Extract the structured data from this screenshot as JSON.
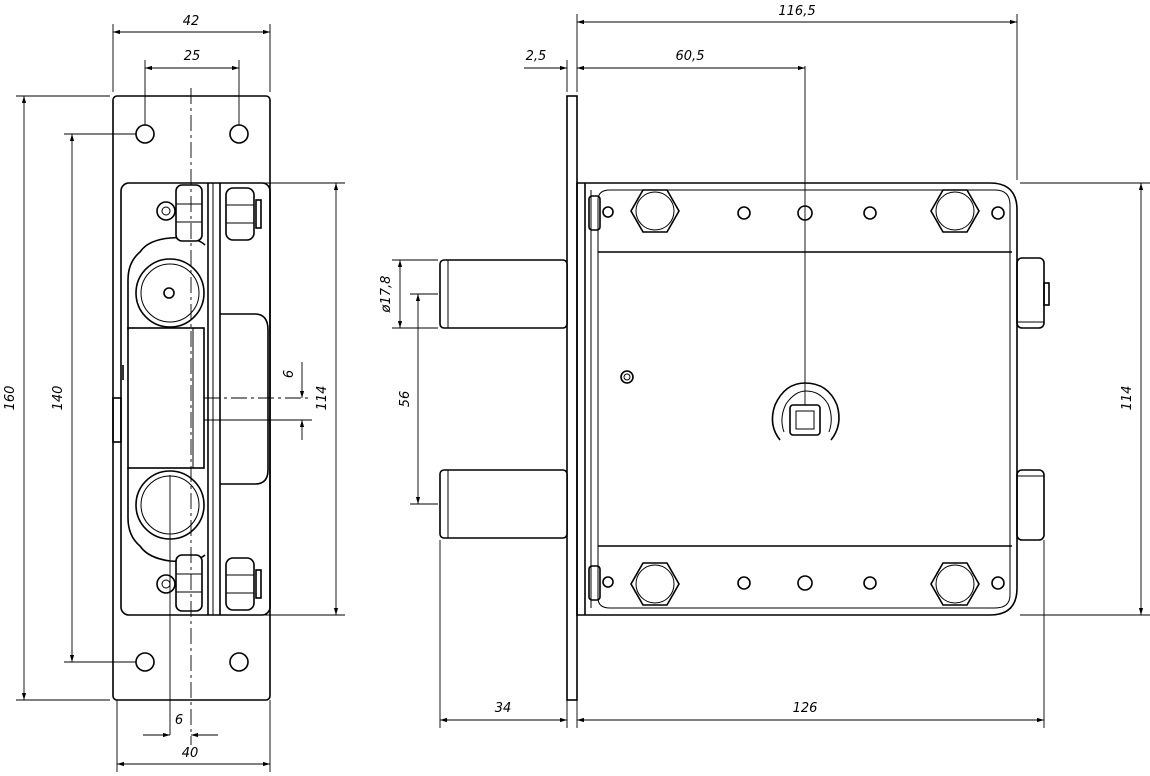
{
  "dimensions": {
    "w42": "42",
    "w25": "25",
    "h160": "160",
    "h140": "140",
    "h114_left": "114",
    "d6_right": "6",
    "d6_bottom": "6",
    "w40": "40",
    "w116_5": "116,5",
    "t2_5": "2,5",
    "w60_5": "60,5",
    "dia17_8": "ø17,8",
    "s56": "56",
    "h114_right": "114",
    "w34": "34",
    "w126": "126"
  }
}
